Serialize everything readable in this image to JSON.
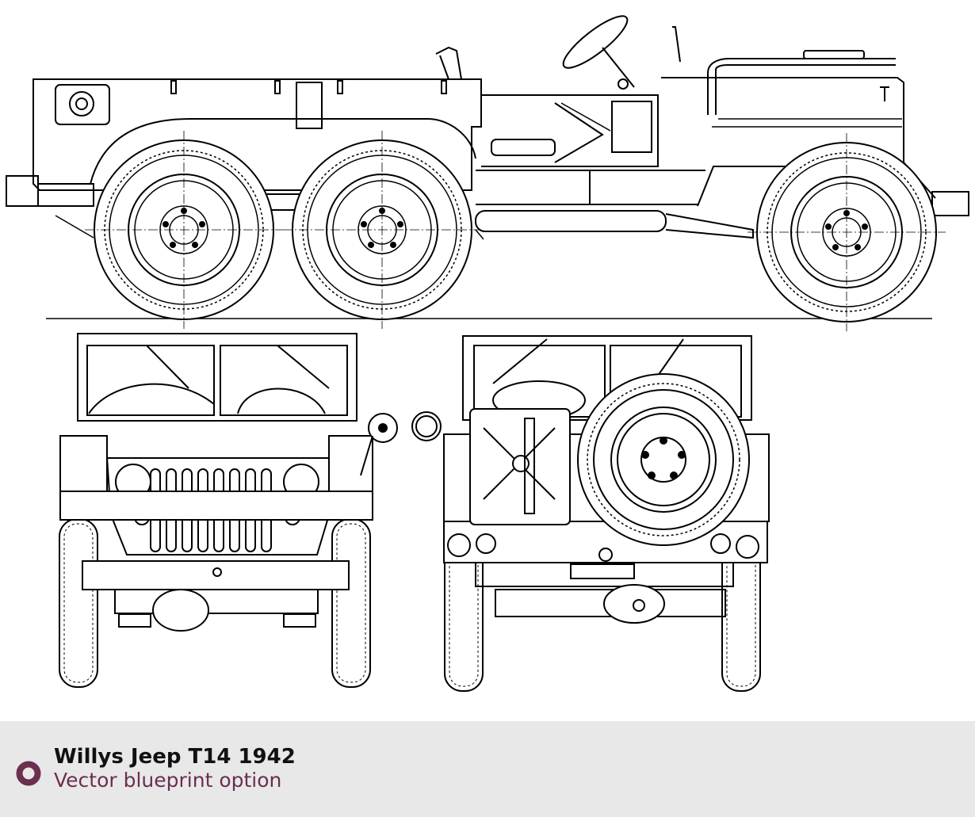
{
  "footer": {
    "title": "Willys Jeep T14 1942",
    "subtitle": "Vector blueprint option",
    "accent_color": "#6b2f4f"
  },
  "icons": {
    "badge": "ring-badge-icon"
  },
  "views": [
    "side-view",
    "front-view",
    "rear-view"
  ]
}
